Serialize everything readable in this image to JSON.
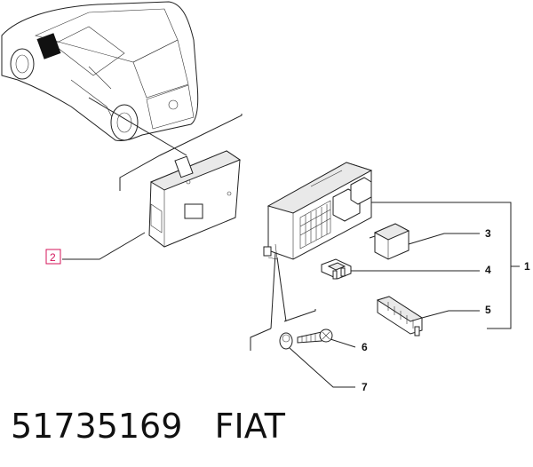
{
  "diagram": {
    "callouts": [
      {
        "id": "callout-1",
        "label": "1"
      },
      {
        "id": "callout-2",
        "label": "2",
        "boxed": true
      },
      {
        "id": "callout-3",
        "label": "3"
      },
      {
        "id": "callout-4",
        "label": "4"
      },
      {
        "id": "callout-5",
        "label": "5"
      },
      {
        "id": "callout-6",
        "label": "6"
      },
      {
        "id": "callout-7",
        "label": "7"
      }
    ]
  },
  "caption": {
    "part_number": "51735169",
    "brand": "FIAT"
  },
  "colors": {
    "line": "#222222",
    "highlight_box": "#d4145a",
    "background": "#ffffff"
  }
}
